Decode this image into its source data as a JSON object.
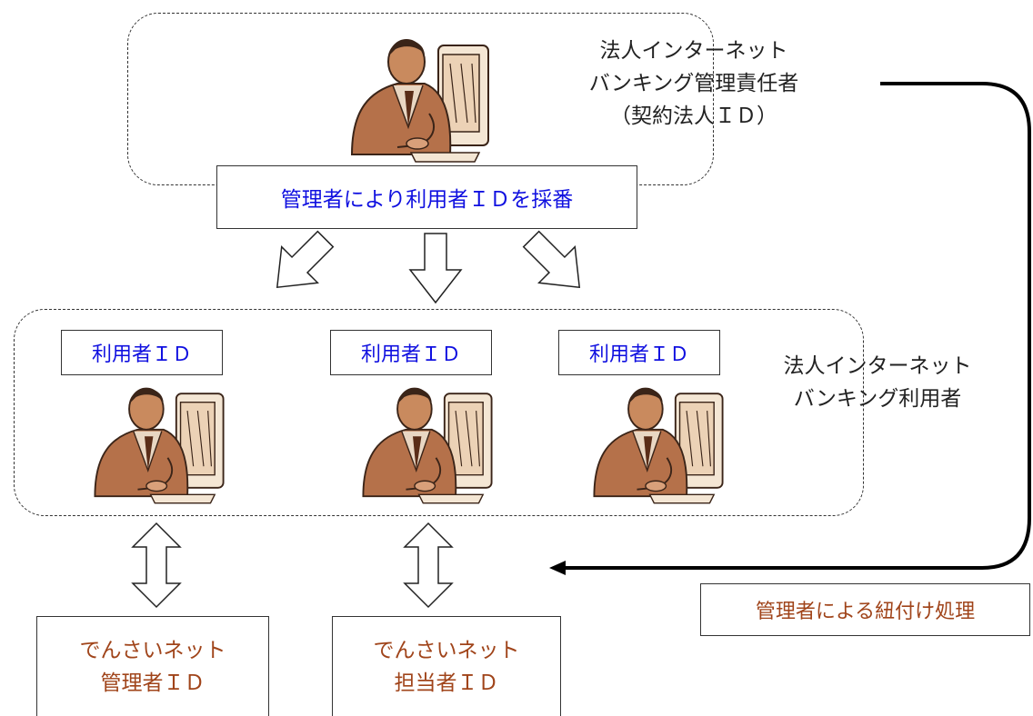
{
  "top": {
    "role_line1": "法人インターネット",
    "role_line2": "バンキング管理責任者",
    "role_line3": "（契約法人ＩＤ）",
    "assign_box": "管理者により利用者ＩＤを採番"
  },
  "users": {
    "user_id_label_1": "利用者ＩＤ",
    "user_id_label_2": "利用者ＩＤ",
    "user_id_label_3": "利用者ＩＤ",
    "role_line1": "法人インターネット",
    "role_line2": "バンキング利用者"
  },
  "link_box": "管理者による紐付け処理",
  "densai": {
    "box1_line1": "でんさいネット",
    "box1_line2": "管理者ＩＤ",
    "box2_line1": "でんさいネット",
    "box2_line2": "担当者ＩＤ"
  },
  "colors": {
    "blue_text": "#1010e0",
    "brown_text": "#a0441a",
    "skin": "#b5714a"
  }
}
